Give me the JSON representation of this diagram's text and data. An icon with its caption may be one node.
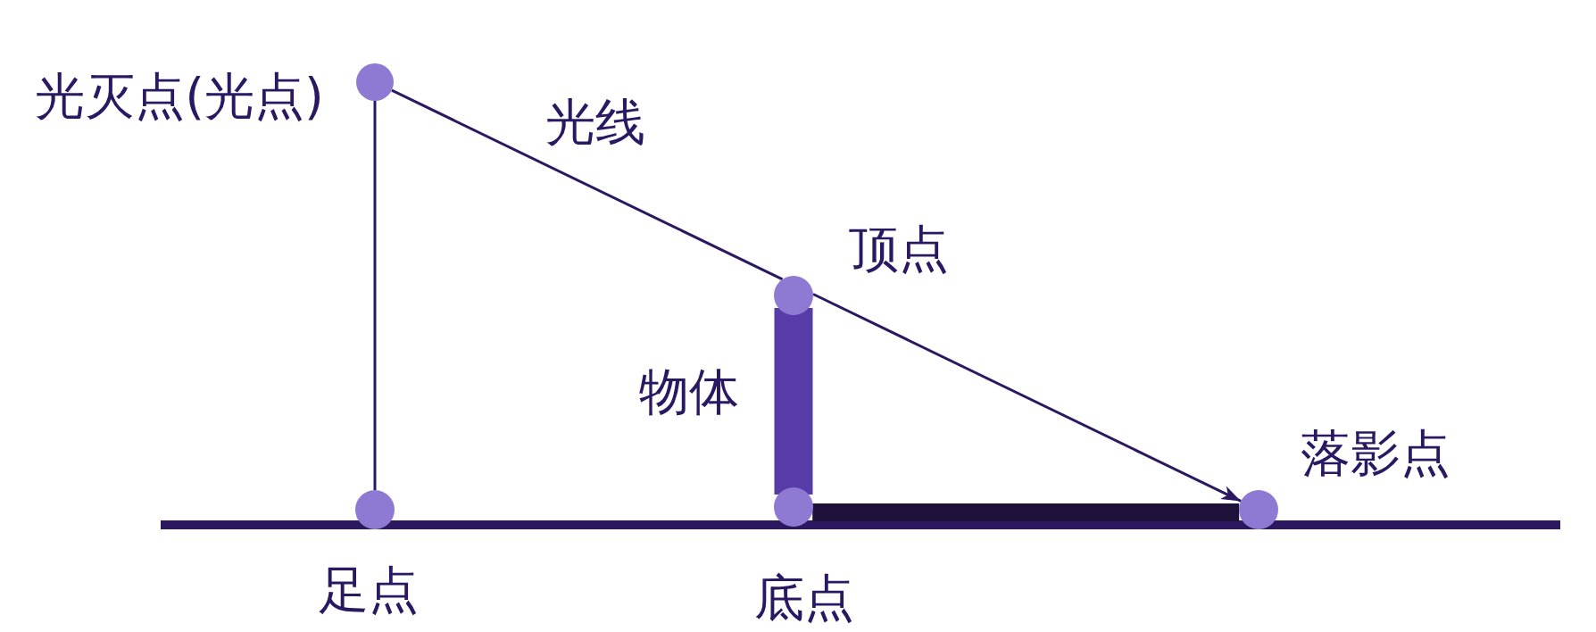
{
  "diagram": {
    "nodes": [
      {
        "text": [
          "光灭点(光点)"
        ]
      },
      {
        "text": [
          "顶点"
        ]
      },
      {
        "text": [
          "落影点"
        ]
      },
      {
        "text": [
          "足点"
        ]
      },
      {
        "text": [
          "底点"
        ]
      }
    ],
    "edges": [
      {
        "from": 0,
        "to": 3,
        "arrow": "none"
      },
      {
        "from": 0,
        "to": 1,
        "arrow": "none",
        "label": "光线"
      },
      {
        "from": 1,
        "to": 2,
        "arrow": "to"
      },
      {
        "from": 1,
        "to": 4,
        "arrow": "none",
        "label": "物体",
        "style": "thick",
        "color": "#573ca8"
      },
      {
        "from": 4,
        "to": 2,
        "arrow": "none",
        "style": "thick",
        "color": "#1d1139"
      }
    ]
  }
}
